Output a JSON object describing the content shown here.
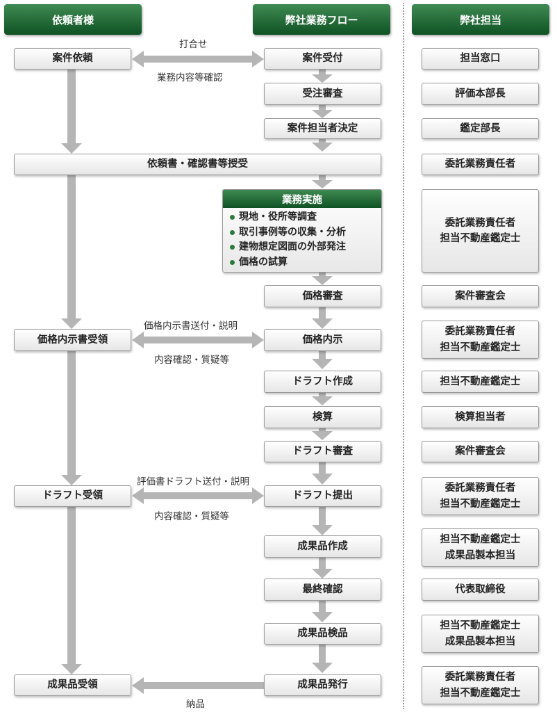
{
  "headers": {
    "client": "依頼者様",
    "flow": "弊社業務フロー",
    "staff": "弊社担当"
  },
  "client_steps": [
    "案件依頼",
    "依頼書・確認書等授受",
    "価格内示書受領",
    "ドラフト受領",
    "成果品受領"
  ],
  "flow_steps": {
    "s1": "案件受付",
    "s2": "受注審査",
    "s3": "案件担当者決定",
    "implementation_title": "業務実施",
    "implementation_items": [
      "現地・役所等調査",
      "取引事例等の収集・分析",
      "建物想定図面の外部発注",
      "価格の試算"
    ],
    "s5": "価格審査",
    "s6": "価格内示",
    "s7": "ドラフト作成",
    "s8": "検算",
    "s9": "ドラフト審査",
    "s10": "ドラフト提出",
    "s11": "成果品作成",
    "s12": "最終確認",
    "s13": "成果品検品",
    "s14": "成果品発行"
  },
  "staff_roles": {
    "r1": "担当窓口",
    "r2": "評価本部長",
    "r3": "鑑定部長",
    "r4": "委託業務責任者",
    "r5a": "委託業務責任者",
    "r5b": "担当不動産鑑定士",
    "r6": "案件審査会",
    "r7a": "委託業務責任者",
    "r7b": "担当不動産鑑定士",
    "r8": "担当不動産鑑定士",
    "r9": "検算担当者",
    "r10": "案件審査会",
    "r11a": "委託業務責任者",
    "r11b": "担当不動産鑑定士",
    "r12a": "担当不動産鑑定士",
    "r12b": "成果品製本担当",
    "r13": "代表取締役",
    "r14a": "担当不動産鑑定士",
    "r14b": "成果品製本担当",
    "r15a": "委託業務責任者",
    "r15b": "担当不動産鑑定士"
  },
  "exchange_labels": {
    "meeting": "打合せ",
    "confirm_business": "業務内容等確認",
    "price_send": "価格内示書送付・説明",
    "content_confirm_1": "内容確認・質疑等",
    "draft_send": "評価書ドラフト送付・説明",
    "content_confirm_2": "内容確認・質疑等",
    "delivery": "納品"
  },
  "colors": {
    "header_green": "#1b6a33",
    "arrow_gray": "#b5b5b5",
    "bullet_green": "#2e7a3e"
  }
}
